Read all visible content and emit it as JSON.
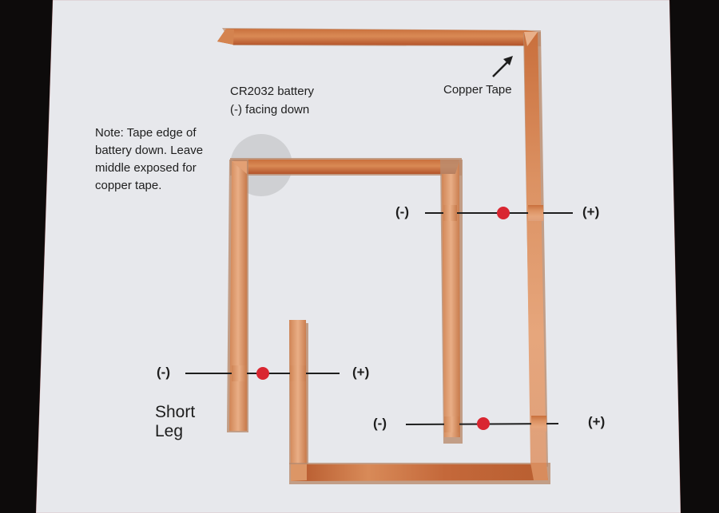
{
  "colors": {
    "background": "#0d0b0b",
    "paper": "#e7e8ec",
    "copper_dark": "#b4562a",
    "copper_mid": "#d07a45",
    "copper_light": "#e8a779",
    "copper_outline": "#b98b6e",
    "battery_circle": "#cfd0d3",
    "led_dot": "#d92631",
    "lead_line": "#1e1e1e",
    "text": "#1e1e1e"
  },
  "annotations": {
    "battery_title": "CR2032 battery",
    "battery_subtitle": "(-) facing down",
    "note_lines": [
      "Note: Tape edge of",
      "battery down. Leave",
      "middle exposed for",
      "copper tape."
    ],
    "copper_tape_label": "Copper Tape",
    "short_leg_lines": [
      "Short",
      "Leg"
    ]
  },
  "leds": [
    {
      "id": "led-1",
      "negative_label": "(-)",
      "positive_label": "(+)"
    },
    {
      "id": "led-2",
      "negative_label": "(-)",
      "positive_label": "(+)"
    },
    {
      "id": "led-3",
      "negative_label": "(-)",
      "positive_label": "(+)"
    }
  ]
}
